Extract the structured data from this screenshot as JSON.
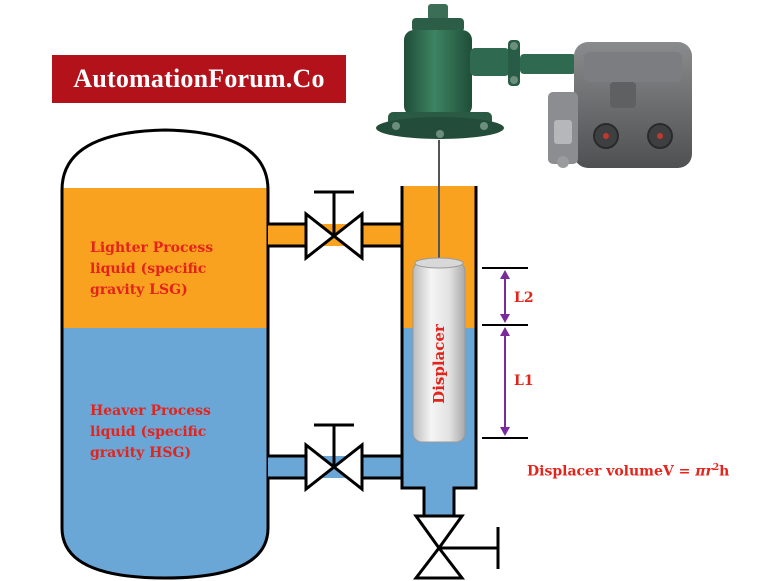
{
  "banner": {
    "text": "AutomationForum.Co"
  },
  "labels": {
    "lighter_liquid": "Lighter Process\nliquid (specific\ngravity LSG)",
    "heavier_liquid": "Heaver  Process\nliquid (specific\ngravity HSG)",
    "displacer": "Displacer",
    "level_upper": "L2",
    "level_lower": "L1"
  },
  "formula": {
    "prefix": "Displacer volume",
    "lhs": "V = ",
    "pi": "π",
    "r": "r",
    "exp": "2",
    "h": "h"
  },
  "colors": {
    "light_liquid": "#f8a21f",
    "heavy_liquid": "#6aa6d6",
    "accent_red": "#e4231b",
    "banner_bg": "#b3121a",
    "dimension_lines": "#7a2a9a",
    "actuator_green": "#2f6a50",
    "transmitter_gray": "#6b6c6e"
  }
}
